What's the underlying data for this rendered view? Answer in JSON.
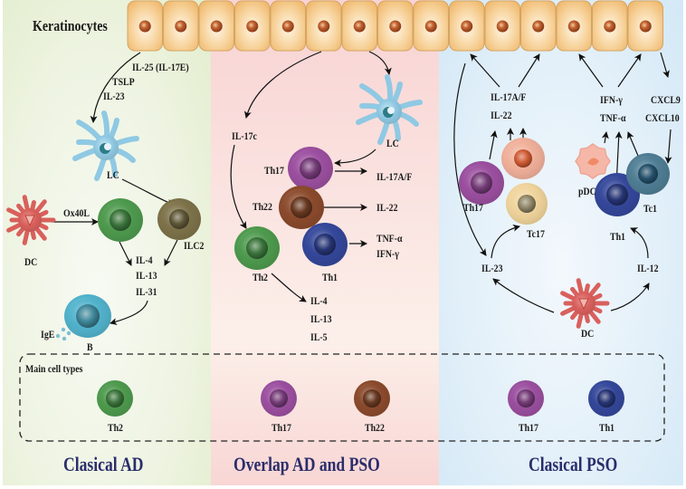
{
  "keratinocytes": {
    "label": "Keratinocytes",
    "count": 15
  },
  "panels": {
    "ad": {
      "title": "Clasical AD",
      "color": "#e5efd3"
    },
    "overlap": {
      "title": "Overlap AD and PSO",
      "color": "#f9d9d7"
    },
    "pso": {
      "title": "Clasical PSO",
      "color": "#d8eaf7"
    }
  },
  "ad": {
    "cytokines_top": [
      "IL-25 (IL-17E)",
      "TSLP",
      "IL-23"
    ],
    "lc": "LC",
    "dc": "DC",
    "ox40l": "Ox40L",
    "ilc2": "ILC2",
    "cytokines_mid": [
      "IL-4",
      "IL-13",
      "IL-31"
    ],
    "ige": "IgE",
    "b": "B"
  },
  "overlap": {
    "il17c": "IL-17c",
    "lc": "LC",
    "th17": "Th17",
    "th17_out": "IL-17A/F",
    "th22": "Th22",
    "th22_out": "IL-22",
    "th1": "Th1",
    "th1_out": [
      "TNF-α",
      "IFN-γ"
    ],
    "th2": "Th2",
    "th2_out": [
      "IL-4",
      "IL-13",
      "IL-5"
    ]
  },
  "pso": {
    "il17_group": [
      "IL-17A/F",
      "IL-22"
    ],
    "ifn_group": [
      "IFN-γ",
      "TNF-α"
    ],
    "cxcl_group": [
      "CXCL9",
      "CXCL10"
    ],
    "th17": "Th17",
    "tc17": "Tc17",
    "pdc": "pDC",
    "th1": "Th1",
    "tc1": "Tc1",
    "il23": "IL-23",
    "il12": "IL-12",
    "dc": "DC"
  },
  "main_cell_types": {
    "label": "Main cell types",
    "ad": [
      "Th2"
    ],
    "overlap": [
      "Th17",
      "Th22"
    ],
    "pso": [
      "Th17",
      "Th1"
    ]
  },
  "cell_colors": {
    "Th2": "#4e9a4e",
    "Th17": "#9b4f9f",
    "Th22": "#8b4a2c",
    "Th1": "#34479a",
    "ILC2": "#7d7249",
    "B": "#52b3cc",
    "Tc17_outer": "#f0d49c",
    "Tc17_pink": "#f0b09a",
    "Tc1": "#4f7d94",
    "LC": "#8fc9e3",
    "DC": "#d9605c",
    "pDC": "#f5b8a8",
    "keratinocyte": "#f2c281",
    "keratinocyte_nucleus": "#b9532a"
  }
}
